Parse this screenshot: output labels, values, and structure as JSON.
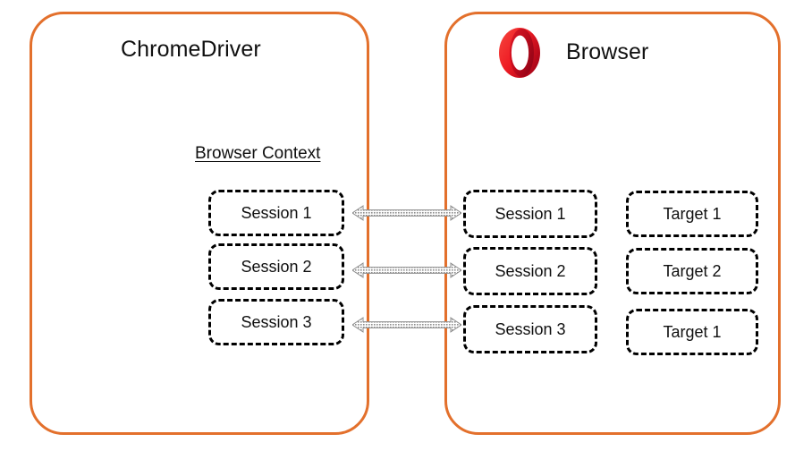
{
  "colors": {
    "accent_orange": "#E3702C",
    "node_border": "#000000",
    "text": "#101010",
    "arrow_gray": "#9a9a9a",
    "opera_red_light": "#F5312C",
    "opera_red_dark": "#B3001B",
    "background": "#FFFFFF"
  },
  "panels": {
    "chromedriver": {
      "title": "ChromeDriver",
      "group_label": "Browser Context"
    },
    "browser": {
      "title": "Browser",
      "logo_name": "opera-logo"
    }
  },
  "chromedriver_sessions": [
    {
      "label": "Session 1"
    },
    {
      "label": "Session 2"
    },
    {
      "label": "Session 3"
    }
  ],
  "browser_sessions": [
    {
      "label": "Session 1"
    },
    {
      "label": "Session 2"
    },
    {
      "label": "Session 3"
    }
  ],
  "browser_targets": [
    {
      "label": "Target 1"
    },
    {
      "label": "Target 2"
    },
    {
      "label": "Target 1"
    }
  ],
  "connectors": [
    {
      "name": "session-1-link",
      "kind": "bidirectional-arrow"
    },
    {
      "name": "session-2-link",
      "kind": "bidirectional-arrow"
    },
    {
      "name": "session-3-link",
      "kind": "bidirectional-arrow"
    }
  ]
}
